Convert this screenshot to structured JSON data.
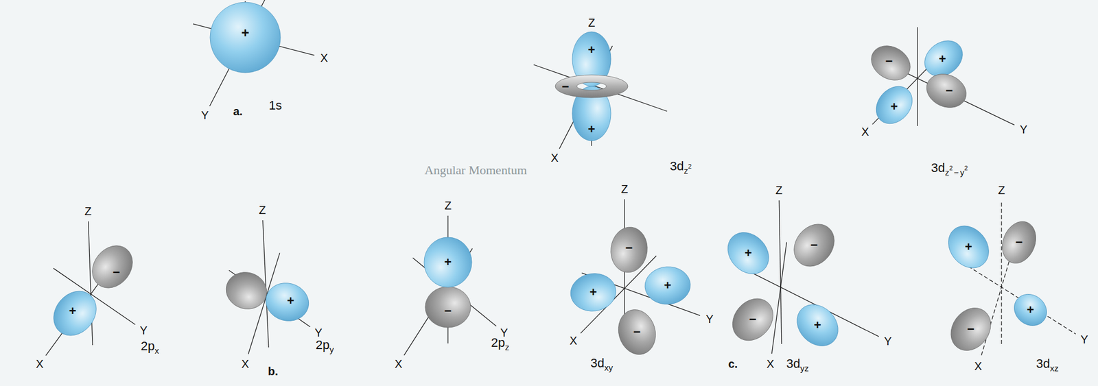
{
  "diagram": {
    "labels": [
      "+",
      "X",
      "Y",
      "a.",
      "1s",
      "Z",
      "+",
      "−",
      "+",
      "X",
      "3d",
      "z",
      "2",
      "−",
      "+",
      "+",
      "−",
      "X",
      "Y",
      "3d",
      "z",
      "2",
      "−",
      "y",
      "2",
      "Z",
      "−",
      "+",
      "X",
      "Y",
      "2p",
      "x",
      "Z",
      "+",
      "X",
      "Y",
      "2p",
      "y",
      "b.",
      "Z",
      "+",
      "−",
      "X",
      "Y",
      "2p",
      "z",
      "Z",
      "−",
      "+",
      "+",
      "−",
      "X",
      "Y",
      "3d",
      "xy",
      "Z",
      "+",
      "−",
      "−",
      "+",
      "X",
      "Y",
      "3d",
      "yz",
      "c.",
      "Z",
      "+",
      "−",
      "+",
      "−",
      "X",
      "Y",
      "3d",
      "xz",
      "Angular Momentum"
    ]
  }
}
